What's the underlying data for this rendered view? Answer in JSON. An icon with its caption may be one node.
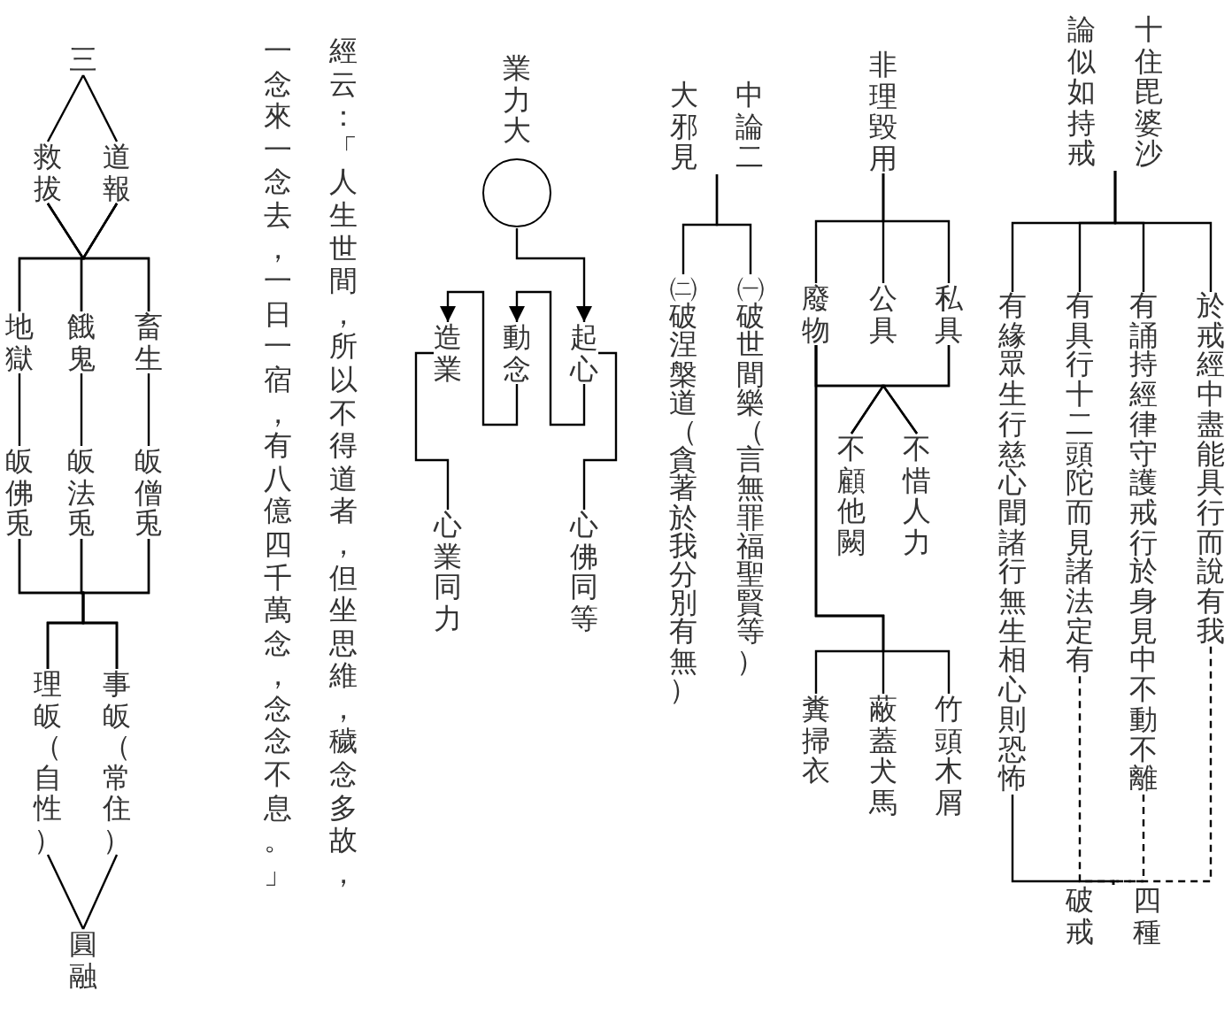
{
  "diagram": {
    "nodes": [
      {
        "text": [
          "十住毘婆沙論似如持戒"
        ]
      },
      {
        "text": [
          "於戒經中盡能具行而說有我"
        ]
      },
      {
        "text": [
          "有誦持經律守護戒行於身見中不動不離"
        ]
      },
      {
        "text": [
          "有具行十二頭陀而見諸法定有"
        ]
      },
      {
        "text": [
          "有緣眾生行慈心聞諸行無生相心則恐怖"
        ]
      },
      {
        "text": [
          "四種破戒"
        ]
      },
      {
        "text": [
          "非理毀用"
        ]
      },
      {
        "text": [
          "私具"
        ]
      },
      {
        "text": [
          "公具"
        ]
      },
      {
        "text": [
          "廢物"
        ]
      },
      {
        "text": [
          "不惜人力"
        ]
      },
      {
        "text": [
          "不顧他闕"
        ]
      },
      {
        "text": [
          "竹頭木屑"
        ]
      },
      {
        "text": [
          "蔽蓋犬馬"
        ]
      },
      {
        "text": [
          "糞掃衣"
        ]
      },
      {
        "text": [
          "中論二大邪見"
        ]
      },
      {
        "text": [
          "㈠破世間樂（言無罪福聖賢等）"
        ]
      },
      {
        "text": [
          "㈡破涅槃道（貪著於我分別有無）"
        ]
      },
      {
        "text": [
          "業力大"
        ]
      },
      {
        "text": [],
        "shape": "circle"
      },
      {
        "text": [
          "起心"
        ]
      },
      {
        "text": [
          "動念"
        ]
      },
      {
        "text": [
          "造業"
        ]
      },
      {
        "text": [
          "心佛同等"
        ]
      },
      {
        "text": [
          "心業同力"
        ]
      },
      {
        "text": [
          "三"
        ]
      },
      {
        "text": [
          "道報"
        ]
      },
      {
        "text": [
          "救拔"
        ]
      },
      {
        "text": [
          "畜生"
        ]
      },
      {
        "text": [
          "餓鬼"
        ]
      },
      {
        "text": [
          "地獄"
        ]
      },
      {
        "text": [
          "皈僧兎"
        ]
      },
      {
        "text": [
          "皈法兎"
        ]
      },
      {
        "text": [
          "皈佛兎"
        ]
      },
      {
        "text": [
          "事皈（常住）"
        ]
      },
      {
        "text": [
          "理皈（自性）"
        ]
      },
      {
        "text": [
          "圓融"
        ]
      }
    ],
    "edges": [
      {
        "from": 0,
        "to": 1,
        "arrow": "none"
      },
      {
        "from": 0,
        "to": 2,
        "arrow": "none"
      },
      {
        "from": 0,
        "to": 3,
        "arrow": "none"
      },
      {
        "from": 0,
        "to": 4,
        "arrow": "none"
      },
      {
        "from": 1,
        "to": 5,
        "arrow": "none",
        "style": "dashed"
      },
      {
        "from": 2,
        "to": 5,
        "arrow": "none",
        "style": "dashed"
      },
      {
        "from": 3,
        "to": 5,
        "arrow": "none",
        "style": "dashed"
      },
      {
        "from": 4,
        "to": 5,
        "arrow": "none"
      },
      {
        "from": 6,
        "to": 7,
        "arrow": "none"
      },
      {
        "from": 6,
        "to": 8,
        "arrow": "none"
      },
      {
        "from": 6,
        "to": 9,
        "arrow": "none"
      },
      {
        "from": 7,
        "to": 10,
        "arrow": "none"
      },
      {
        "from": 7,
        "to": 11,
        "arrow": "none"
      },
      {
        "from": 9,
        "to": 10,
        "arrow": "none"
      },
      {
        "from": 9,
        "to": 11,
        "arrow": "none"
      },
      {
        "from": 9,
        "to": 12,
        "arrow": "none"
      },
      {
        "from": 9,
        "to": 13,
        "arrow": "none"
      },
      {
        "from": 9,
        "to": 14,
        "arrow": "none"
      },
      {
        "from": 15,
        "to": 16,
        "arrow": "none"
      },
      {
        "from": 15,
        "to": 17,
        "arrow": "none"
      },
      {
        "from": 19,
        "to": 20,
        "arrow": "to"
      },
      {
        "from": 20,
        "to": 21,
        "arrow": "to"
      },
      {
        "from": 21,
        "to": 22,
        "arrow": "to"
      },
      {
        "from": 20,
        "to": 23,
        "arrow": "none"
      },
      {
        "from": 22,
        "to": 24,
        "arrow": "none"
      },
      {
        "from": 25,
        "to": 26,
        "arrow": "none"
      },
      {
        "from": 25,
        "to": 27,
        "arrow": "none"
      },
      {
        "from": 26,
        "to": 28,
        "arrow": "none"
      },
      {
        "from": 26,
        "to": 29,
        "arrow": "none"
      },
      {
        "from": 26,
        "to": 30,
        "arrow": "none"
      },
      {
        "from": 27,
        "to": 28,
        "arrow": "none"
      },
      {
        "from": 27,
        "to": 29,
        "arrow": "none"
      },
      {
        "from": 27,
        "to": 30,
        "arrow": "none"
      },
      {
        "from": 28,
        "to": 31,
        "arrow": "none"
      },
      {
        "from": 29,
        "to": 32,
        "arrow": "none"
      },
      {
        "from": 30,
        "to": 33,
        "arrow": "none"
      },
      {
        "from": 31,
        "to": 34,
        "arrow": "none"
      },
      {
        "from": 31,
        "to": 35,
        "arrow": "none"
      },
      {
        "from": 32,
        "to": 34,
        "arrow": "none"
      },
      {
        "from": 32,
        "to": 35,
        "arrow": "none"
      },
      {
        "from": 33,
        "to": 34,
        "arrow": "none"
      },
      {
        "from": 33,
        "to": 35,
        "arrow": "none"
      },
      {
        "from": 34,
        "to": 36,
        "arrow": "none"
      },
      {
        "from": 35,
        "to": 36,
        "arrow": "none"
      }
    ],
    "labels": [
      "經云：「人生世間，所以不得道者，但坐思維，穢念多故，一念來一念去，一日一宿，有八億四千萬念，念念不息。」"
    ]
  }
}
